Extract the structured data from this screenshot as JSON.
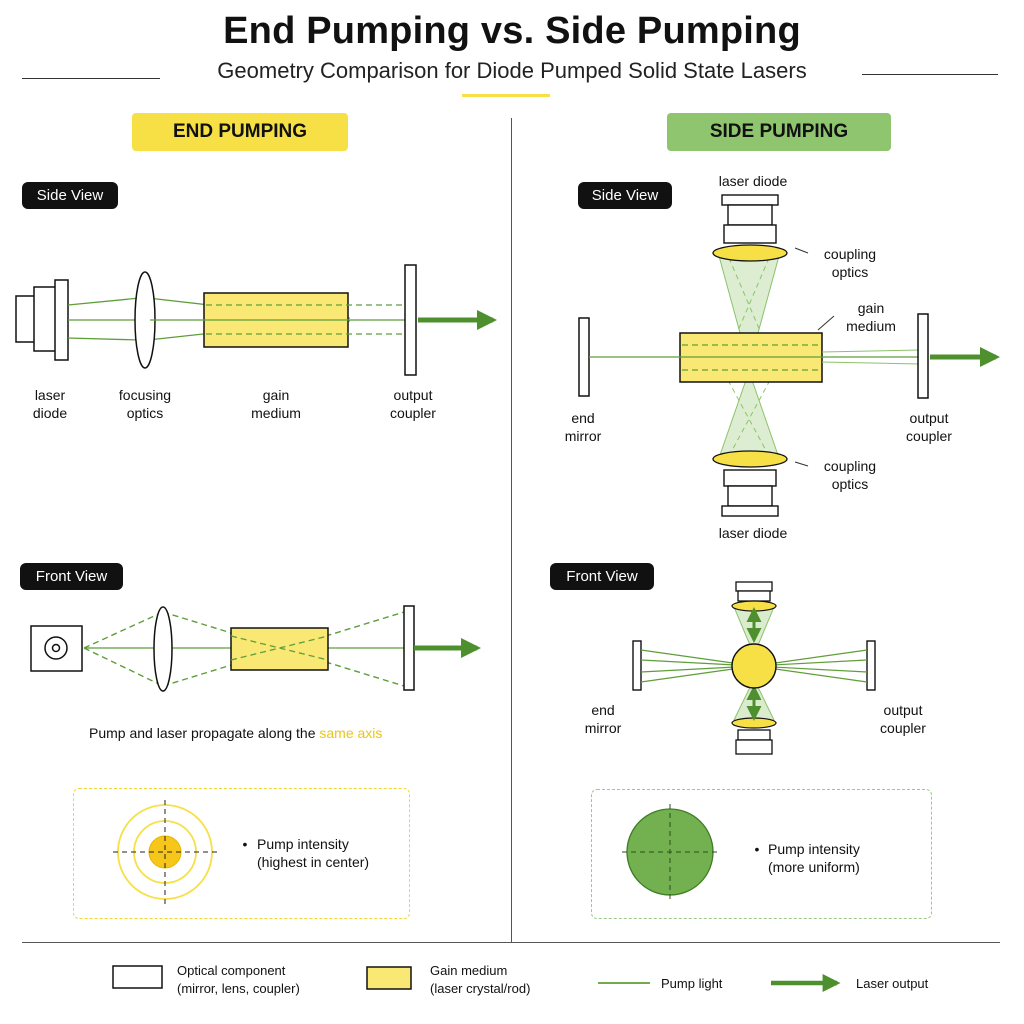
{
  "title": "End Pumping vs. Side Pumping",
  "subtitle": "Geometry Comparison for Diode Pumped Solid State Lasers",
  "colors": {
    "yellow": "#f6e046",
    "yellow_fill": "#f9e873",
    "green": "#5e9e3a",
    "green_fill": "#8cc26b",
    "green_pill": "#8fc56f",
    "dark": "#111111"
  },
  "end": {
    "header": "END PUMPING",
    "side_view_tag": "Side View",
    "front_view_tag": "Front View",
    "labels": {
      "laser_diode": "laser\ndiode",
      "focusing_optics": "focusing\noptics",
      "gain_medium": "gain\nmedium",
      "output_coupler": "output\ncoupler"
    },
    "note_prefix": "Pump and laser propagate along the ",
    "note_highlight": "same axis",
    "intensity_bullet": "•",
    "intensity_text": "Pump intensity\n(highest in center)"
  },
  "side": {
    "header": "SIDE PUMPING",
    "side_view_tag": "Side View",
    "front_view_tag": "Front View",
    "labels": {
      "laser_diode_top": "laser diode",
      "laser_diode_bottom": "laser diode",
      "coupling_optics_top": "coupling\noptics",
      "coupling_optics_bottom": "coupling\noptics",
      "gain_medium": "gain\nmedium",
      "end_mirror": "end\nmirror",
      "output_coupler": "output\ncoupler",
      "front_end_mirror": "end\nmirror",
      "front_output_coupler": "output\ncoupler"
    },
    "intensity_bullet": "•",
    "intensity_text": "Pump intensity\n(more uniform)"
  },
  "legend": {
    "optical_component": "Optical component\n(mirror, lens, coupler)",
    "gain_medium": "Gain medium\n(laser crystal/rod)",
    "pump_light": "Pump light",
    "laser_output": "Laser output"
  }
}
